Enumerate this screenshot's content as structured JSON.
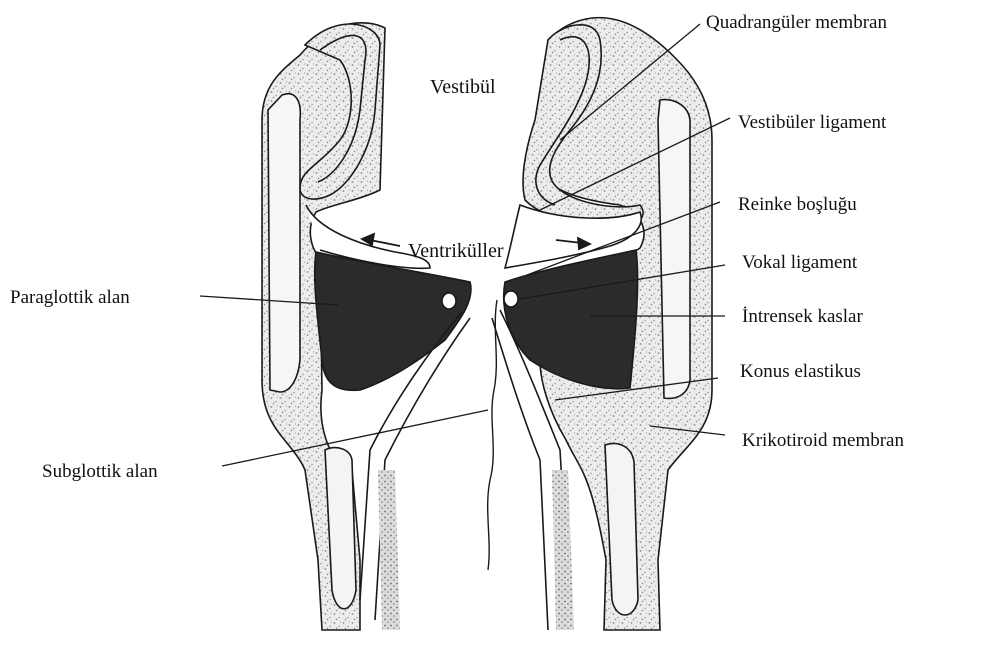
{
  "labels": {
    "vestibule": "Vestibül",
    "ventricles": "Ventriküller",
    "quadrangular_membrane": "Quadrangüler membran",
    "vestibular_ligament": "Vestibüler ligament",
    "reinke_space": "Reinke boşluğu",
    "vocal_ligament": "Vokal ligament",
    "intrinsic_muscles": "İntrensek kaslar",
    "conus_elasticus": "Konus elastikus",
    "cricothyroid_membrane": "Krikotiroid membran",
    "paraglottic_space": "Paraglottik alan",
    "subglottic_space": "Subglottik alan"
  },
  "colors": {
    "ink": "#1a1a1a",
    "stipple": "#bdbdbd",
    "muscle": "#2b2b2b",
    "background": "#ffffff"
  }
}
